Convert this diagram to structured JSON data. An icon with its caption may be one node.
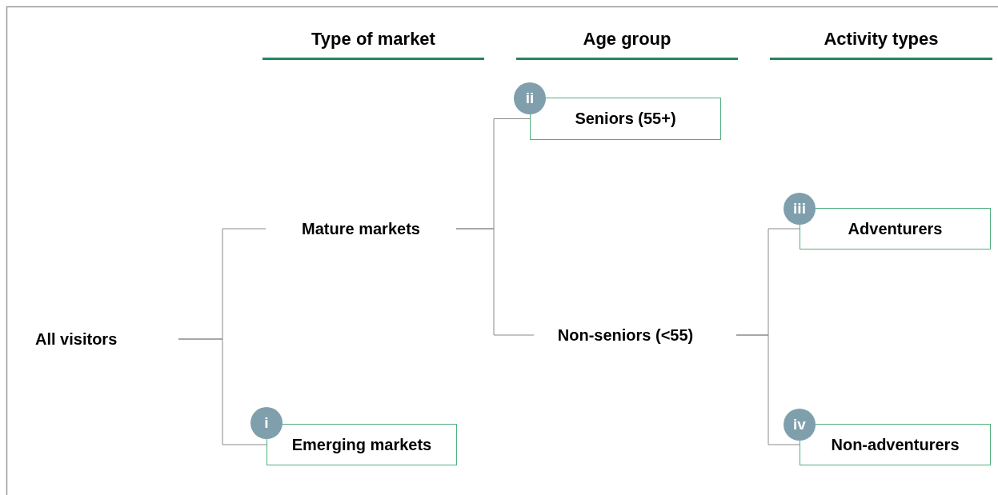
{
  "diagram": {
    "nodes": [
      {
        "text": [
          "All visitors"
        ]
      },
      {
        "text": [
          "Mature markets"
        ]
      },
      {
        "text": [
          "Emerging markets"
        ]
      },
      {
        "text": [
          "Seniors (55+)"
        ]
      },
      {
        "text": [
          "Non-seniors (<55)"
        ]
      },
      {
        "text": [
          "Adventurers"
        ]
      },
      {
        "text": [
          "Non-adventurers"
        ]
      },
      {
        "text": [
          "i"
        ]
      },
      {
        "text": [
          "ii"
        ]
      },
      {
        "text": [
          "iii"
        ]
      },
      {
        "text": [
          "iv"
        ]
      }
    ],
    "edges": [
      {
        "from": 0,
        "to": 1,
        "arrow": "none"
      },
      {
        "from": 0,
        "to": 2,
        "arrow": "none"
      },
      {
        "from": 1,
        "to": 3,
        "arrow": "none"
      },
      {
        "from": 1,
        "to": 4,
        "arrow": "none"
      },
      {
        "from": 4,
        "to": 5,
        "arrow": "none"
      },
      {
        "from": 4,
        "to": 6,
        "arrow": "none"
      }
    ],
    "labels": [
      "Type of market",
      "Age group",
      "Activity types"
    ]
  }
}
